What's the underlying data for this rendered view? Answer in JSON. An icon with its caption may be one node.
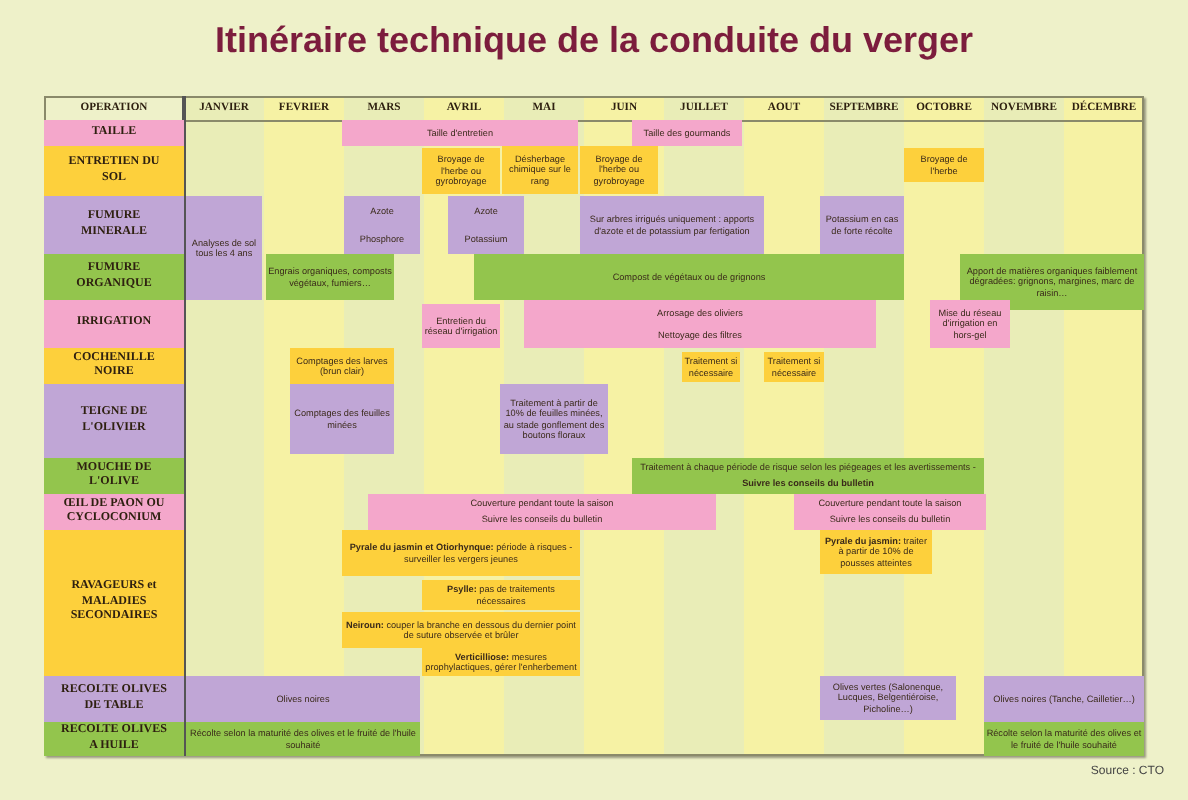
{
  "diagram": {
    "title": "Itinéraire technique de la conduite du verger",
    "nodes": [
      {
        "text": [
          "TAILLE"
        ]
      },
      {
        "text": [
          "Taille d'entretien"
        ]
      },
      {
        "text": [
          "Taille des gourmands"
        ]
      },
      {
        "text": [
          "ENTRETIEN DU SOL"
        ]
      },
      {
        "text": [
          "Broyage de l'herbe ou gyrobroyage"
        ]
      },
      {
        "text": [
          "Désherbage chimique sur le rang"
        ]
      },
      {
        "text": [
          "Broyage de l'herbe ou gyrobroyage"
        ]
      },
      {
        "text": [
          "Broyage de l'herbe"
        ]
      },
      {
        "text": [
          "FUMURE MINERALE"
        ]
      },
      {
        "text": [
          "Analyses de sol tous les 4 ans"
        ]
      },
      {
        "text": [
          "Azote",
          "Phosphore"
        ]
      },
      {
        "text": [
          "Azote",
          "Potassium"
        ]
      },
      {
        "text": [
          "Sur arbres irrigués uniquement : apports d'azote et de potassium par fertigation"
        ]
      },
      {
        "text": [
          "Potassium en cas de forte récolte"
        ]
      },
      {
        "text": [
          "FUMURE ORGANIQUE"
        ]
      },
      {
        "text": [
          "Engrais organiques, composts végétaux, fumiers…"
        ]
      },
      {
        "text": [
          "Compost de végétaux ou de grignons"
        ]
      },
      {
        "text": [
          "Apport de matières organiques faiblement dégradées: grignons, margines, marc de raisin…"
        ]
      },
      {
        "text": [
          "IRRIGATION"
        ]
      },
      {
        "text": [
          "Entretien du réseau d'irrigation"
        ]
      },
      {
        "text": [
          "Arrosage des oliviers",
          "Nettoyage des filtres"
        ]
      },
      {
        "text": [
          "Mise du réseau d'irrigation en hors-gel"
        ]
      },
      {
        "text": [
          "COCHENILLE NOIRE"
        ]
      },
      {
        "text": [
          "Comptages des larves (brun clair)"
        ]
      },
      {
        "text": [
          "Traitement si nécessaire"
        ]
      },
      {
        "text": [
          "Traitement si nécessaire"
        ]
      },
      {
        "text": [
          "TEIGNE DE L'OLIVIER"
        ]
      },
      {
        "text": [
          "Comptages des feuilles minées"
        ]
      },
      {
        "text": [
          "Traitement à partir de 10% de feuilles minées, au stade gonflement des boutons floraux"
        ]
      },
      {
        "text": [
          "MOUCHE DE L'OLIVE"
        ]
      },
      {
        "text": [
          "Traitement à chaque période de risque selon les piégeages et les avertissements -",
          "Suivre les conseils du bulletin"
        ]
      },
      {
        "text": [
          "ŒIL DE PAON OU CYCLOCONIUM"
        ]
      },
      {
        "text": [
          "Couverture pendant toute la saison",
          "Suivre les conseils du bulletin"
        ]
      },
      {
        "text": [
          "Couverture pendant toute la saison",
          "Suivre les conseils du bulletin"
        ]
      },
      {
        "text": [
          "RAVAGEURS et MALADIES SECONDAIRES"
        ]
      },
      {
        "text": [
          "**Pyrale du jasmin et Otiorhynque:** période à risques - surveiller les vergers jeunes"
        ]
      },
      {
        "text": [
          "**Psylle:** pas de traitements nécessaires"
        ]
      },
      {
        "text": [
          "**Neiroun:** couper la branche en dessous du dernier point de suture observée et brûler"
        ]
      },
      {
        "text": [
          "**Verticilliose:** mesures prophylactiques, gérer l'enherbement"
        ]
      },
      {
        "text": [
          "**Pyrale du jasmin:** traiter à partir de 10% de pousses atteintes"
        ]
      },
      {
        "text": [
          "RECOLTE OLIVES DE TABLE"
        ]
      },
      {
        "text": [
          "Olives noires"
        ]
      },
      {
        "text": [
          "Olives vertes (Salonenque, Lucques, Belgentiéroise, Picholine…)"
        ]
      },
      {
        "text": [
          "Olives noires (Tanche, Cailletier…)"
        ]
      },
      {
        "text": [
          "RECOLTE OLIVES A HUILE"
        ]
      },
      {
        "text": [
          "Récolte selon la maturité des olives et le fruité de l'huile souhaité"
        ]
      },
      {
        "text": [
          "Récolte selon la maturité des olives et le fruité de l'huile souhaité"
        ]
      }
    ],
    "labels": [
      "OPERATION",
      "JANVIER",
      "FEVRIER",
      "MARS",
      "AVRIL",
      "MAI",
      "JUIN",
      "JUILLET",
      "AOUT",
      "SEPTEMBRE",
      "OCTOBRE",
      "NOVEMBRE",
      "DÉCEMBRE",
      "Source : CTO"
    ]
  }
}
